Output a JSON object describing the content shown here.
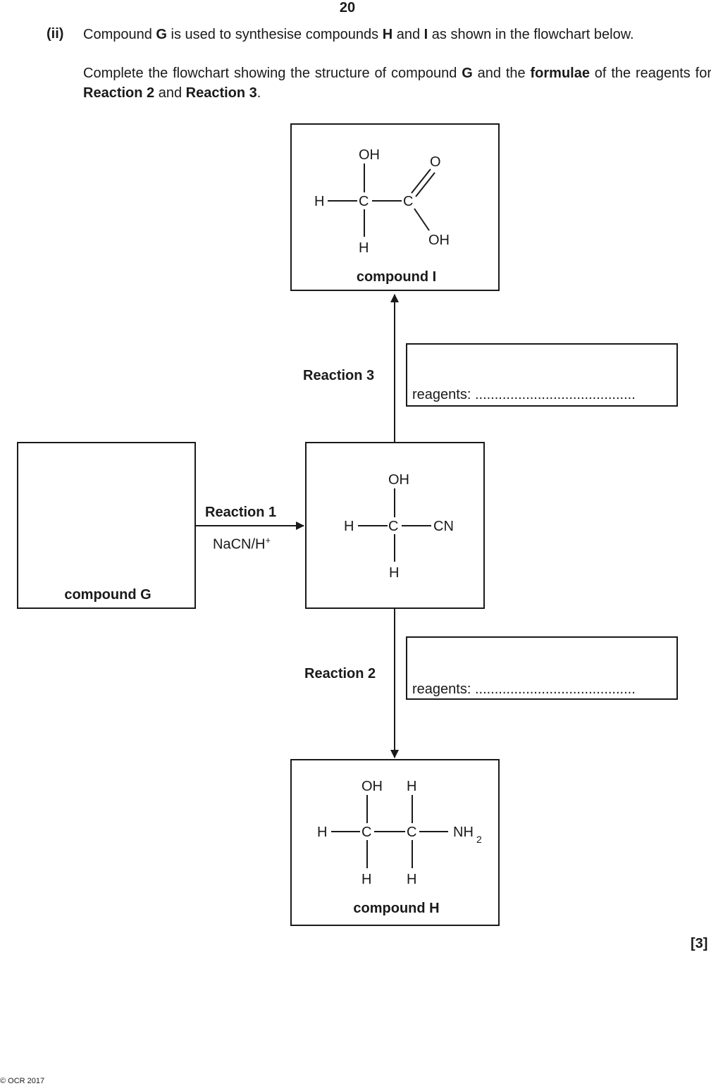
{
  "page_number": "20",
  "question": {
    "part": "(ii)",
    "line1_parts": [
      "Compound ",
      "G",
      " is used to synthesise compounds ",
      "H",
      " and ",
      "I",
      " as shown in the flowchart below."
    ],
    "line2_parts": [
      "Complete the flowchart showing the structure of compound ",
      "G",
      " and the ",
      "formulae",
      " of the reagents for ",
      "Reaction 2",
      " and ",
      "Reaction 3",
      "."
    ]
  },
  "compound_I": {
    "caption": "compound I",
    "atoms": {
      "oh_top": "OH",
      "h_left": "H",
      "c1": "C",
      "c2": "C",
      "o_dbl": "O",
      "h_bottom": "H",
      "oh_right": "OH"
    }
  },
  "compound_G": {
    "caption": "compound G"
  },
  "intermediate": {
    "atoms": {
      "oh_top": "OH",
      "h_left": "H",
      "c": "C",
      "cn": "CN",
      "h_bottom": "H"
    }
  },
  "compound_H": {
    "caption": "compound H",
    "atoms": {
      "oh_top": "OH",
      "h_top": "H",
      "h_left": "H",
      "c1": "C",
      "c2": "C",
      "nh": "NH",
      "sub2": "2",
      "h_bottom1": "H",
      "h_bottom2": "H"
    }
  },
  "reaction1": {
    "label": "Reaction 1",
    "reagent_main": "NaCN/H",
    "reagent_sup": "+"
  },
  "reaction2": {
    "label": "Reaction 2",
    "reagents_label": "reagents:",
    "dots": "........................................."
  },
  "reaction3": {
    "label": "Reaction 3",
    "reagents_label": "reagents:",
    "dots": "........................................."
  },
  "marks": "[3]",
  "copyright": "© OCR 2017"
}
